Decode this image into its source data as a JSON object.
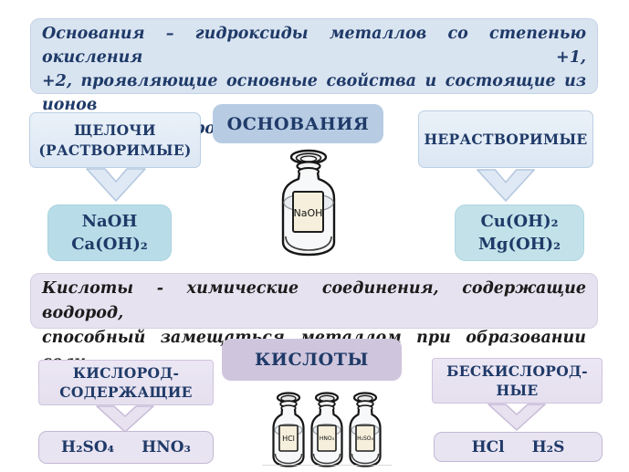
{
  "definitions": {
    "bases": {
      "lines": [
        "Основания – гидроксиды металлов со степенью окисления +1,",
        "+2, проявляющие основные свойства и состоящие из ионов",
        "металлов и гидроксид – ионов ОН⁻."
      ]
    },
    "acids": {
      "lines": [
        "Кислоты - химические соединения, содержащие водород,",
        "способный замещаться металлом при образовании соли."
      ]
    }
  },
  "bases": {
    "header": "ОСНОВАНИЯ",
    "bottle_label": "NaOH",
    "soluble": {
      "title_line1": "ЩЕЛОЧИ",
      "title_line2": "(РАСТВОРИМЫЕ)",
      "example1": "NaOH",
      "example2": "Ca(OH)₂"
    },
    "insoluble": {
      "title": "НЕРАСТВОРИМЫЕ",
      "example1": "Cu(OH)₂",
      "example2": "Mg(OH)₂"
    }
  },
  "acids": {
    "header": "КИСЛОТЫ",
    "bottle_labels": [
      "HCl",
      "HNO₃",
      "H₂SO₄"
    ],
    "oxygen_containing": {
      "title_line1": "КИСЛОРОД-",
      "title_line2": "СОДЕРЖАЩИЕ",
      "example1": "H₂SO₄",
      "example2": "HNO₃"
    },
    "oxygen_free": {
      "title_line1": "БЕСКИСЛОРОД-",
      "title_line2": "НЫЕ",
      "example1": "HCl",
      "example2": "H₂S"
    }
  },
  "colors": {
    "navy_text": "#1f3a68",
    "black_text": "#1c1c1c",
    "blue_definition_bg": "#d9e4f1",
    "blue_category_bg": "#e2ebf5",
    "blue_header_bg": "#b7cce3",
    "blue_example_bg": "#b9dde8",
    "blue_example2_bg": "#c2e1e9",
    "blue_arrow_fill": "#dfe9f5",
    "lavender_definition_bg": "#e7e2ef",
    "lavender_header_bg": "#cfc6dd",
    "lavender_box_bg": "#eae5f2",
    "lavender_arrow_fill": "#e7e1f0",
    "bottle_label_bg": "#f5efdc"
  }
}
